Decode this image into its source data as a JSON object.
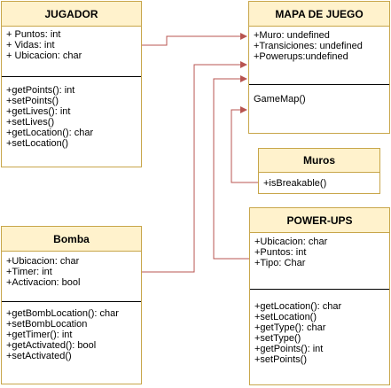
{
  "classes": {
    "jugador": {
      "name": "JUGADOR",
      "attributes": [
        "+ Puntos: int",
        "+ Vidas: int",
        "+ Ubicacion: char"
      ],
      "methods": [
        "+getPoints(): int",
        "+setPoints()",
        "+getLives(): int",
        "+setLives()",
        "+getLocation(): char",
        "+setLocation()"
      ]
    },
    "mapa": {
      "name": "MAPA DE JUEGO",
      "attributes": [
        "+Muro: undefined",
        "+Transiciones: undefined",
        "+Powerups:undefined"
      ],
      "methods": [
        "GameMap()"
      ]
    },
    "muros": {
      "name": "Muros",
      "attributes": [
        "+isBreakable()"
      ]
    },
    "bomba": {
      "name": "Bomba",
      "attributes": [
        "+Ubicacion: char",
        "+Timer: int",
        "+Activacion: bool"
      ],
      "methods": [
        "+getBombLocation(): char",
        "+setBombLocation",
        "+getTimer(): int",
        "+getActivated(): bool",
        "+setActivated()"
      ]
    },
    "powerups": {
      "name": "POWER-UPS",
      "attributes": [
        "+Ubicacion: char",
        "+Puntos: int",
        "+Tipo: Char"
      ],
      "methods": [
        "+getLocation(): char",
        "+setLocation()",
        "+getType(): char",
        "+setType()",
        "+getPoints(): int",
        "+setPoints()"
      ]
    }
  },
  "colors": {
    "header_fill": "#fff2cc",
    "border": "#c8a64a",
    "connector": "#b85450"
  }
}
